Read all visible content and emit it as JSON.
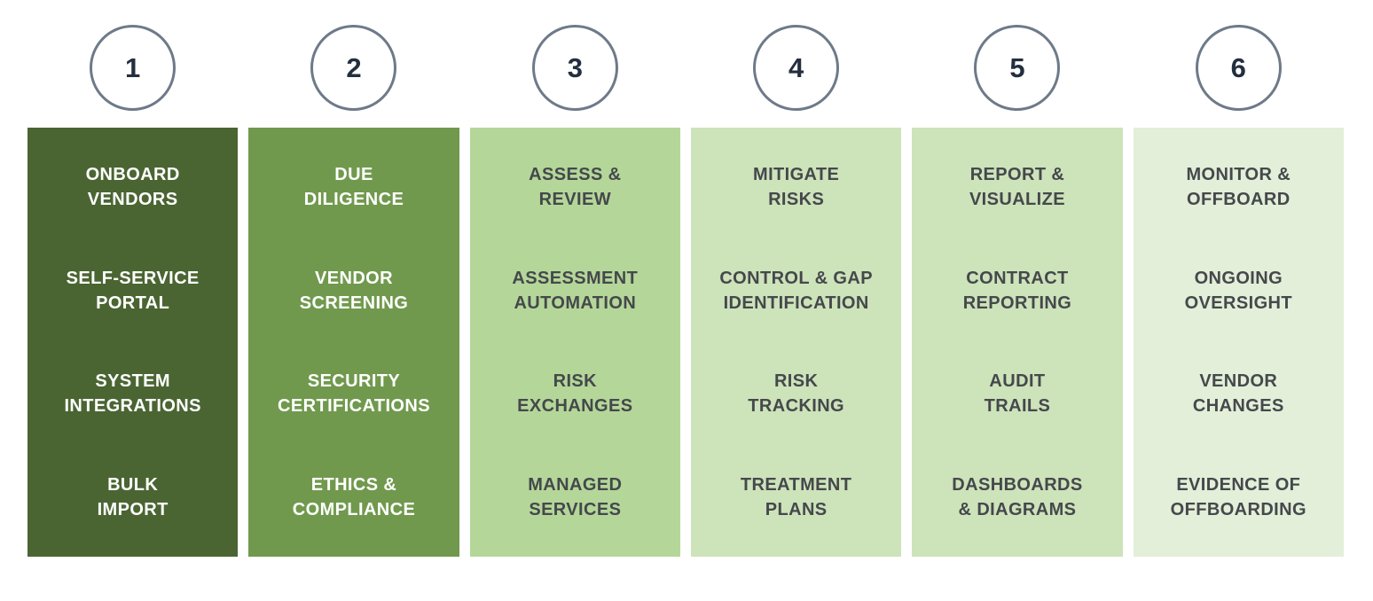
{
  "diagram": {
    "description": "Six-stage vendor risk management lifecycle diagram",
    "colors": {
      "background": "#ffffff",
      "circle_border": "#6e7a89",
      "circle_fill": "#ffffff",
      "circle_number": "#232f3e",
      "light_text": "#ffffff",
      "dark_text": "#45484c"
    },
    "stages": [
      {
        "number": "1",
        "bg": "#4a6532",
        "fg": "#ffffff",
        "items": [
          "ONBOARD\nVENDORS",
          "SELF-SERVICE\nPORTAL",
          "SYSTEM\nINTEGRATIONS",
          "BULK\nIMPORT"
        ]
      },
      {
        "number": "2",
        "bg": "#70994d",
        "fg": "#ffffff",
        "items": [
          "DUE\nDILIGENCE",
          "VENDOR\nSCREENING",
          "SECURITY\nCERTIFICATIONS",
          "ETHICS &\nCOMPLIANCE"
        ]
      },
      {
        "number": "3",
        "bg": "#b4d799",
        "fg": "#45484c",
        "items": [
          "ASSESS &\nREVIEW",
          "ASSESSMENT\nAUTOMATION",
          "RISK\nEXCHANGES",
          "MANAGED\nSERVICES"
        ]
      },
      {
        "number": "4",
        "bg": "#cde3ba",
        "fg": "#45484c",
        "items": [
          "MITIGATE\nRISKS",
          "CONTROL & GAP\nIDENTIFICATION",
          "RISK\nTRACKING",
          "TREATMENT\nPLANS"
        ]
      },
      {
        "number": "5",
        "bg": "#cde3ba",
        "fg": "#45484c",
        "items": [
          "REPORT &\nVISUALIZE",
          "CONTRACT\nREPORTING",
          "AUDIT\nTRAILS",
          "DASHBOARDS\n& DIAGRAMS"
        ]
      },
      {
        "number": "6",
        "bg": "#e3efd8",
        "fg": "#45484c",
        "items": [
          "MONITOR &\nOFFBOARD",
          "ONGOING\nOVERSIGHT",
          "VENDOR\nCHANGES",
          "EVIDENCE OF\nOFFBOARDING"
        ]
      }
    ]
  }
}
